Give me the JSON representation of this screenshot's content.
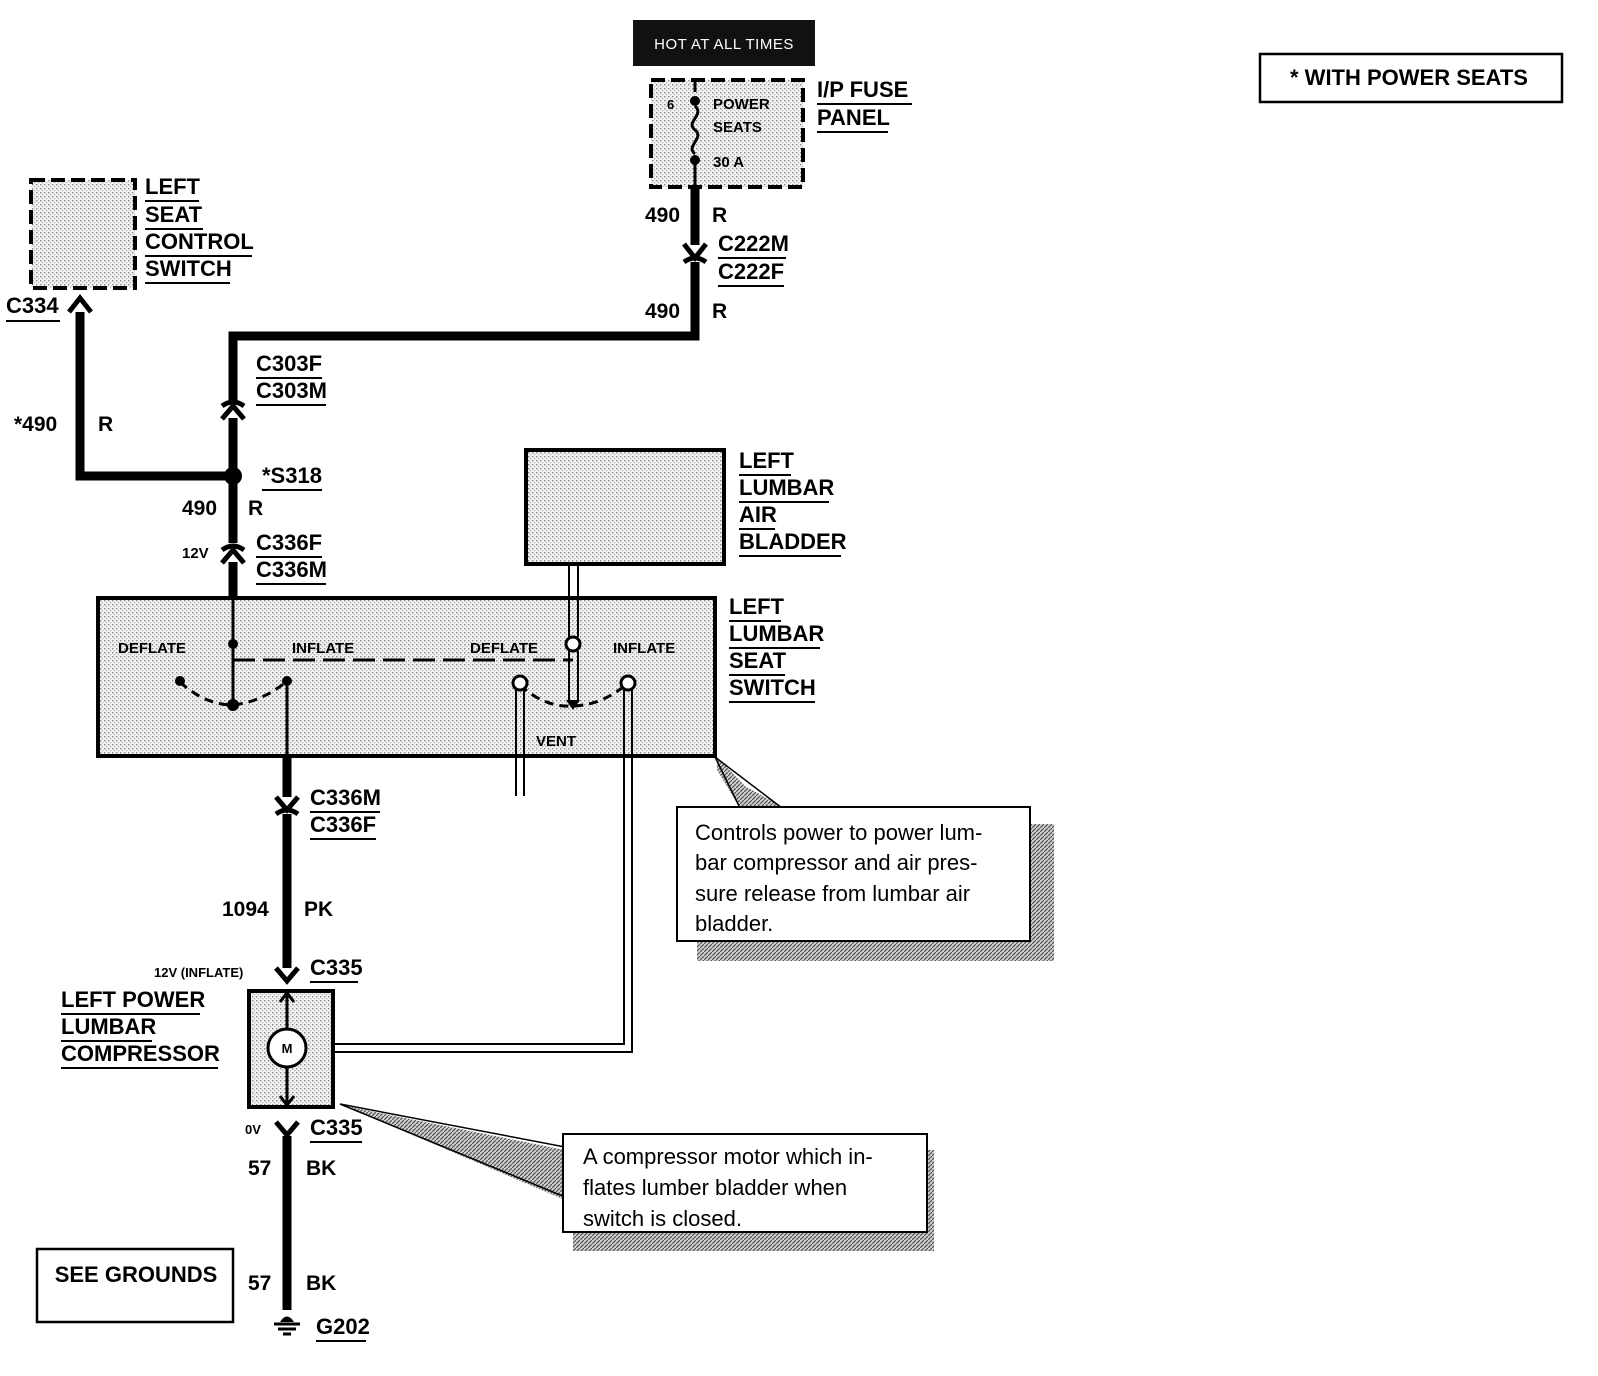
{
  "legend": {
    "power_seats_note": "*  WITH POWER SEATS"
  },
  "power_source": {
    "hot_label": "HOT AT ALL TIMES"
  },
  "fuse_panel": {
    "name_line1": "I/P FUSE",
    "name_line2": "PANEL",
    "fuse_number": "6",
    "fuse_name_line1": "POWER",
    "fuse_name_line2": "SEATS",
    "fuse_rating": "30 A"
  },
  "wires": {
    "w490_top_circuit": "490",
    "w490_top_color": "R",
    "w490_mid_circuit": "490",
    "w490_mid_color": "R",
    "w490_branch_circuit": "*490",
    "w490_branch_color": "R",
    "w490_low_circuit": "490",
    "w490_low_color": "R",
    "w1094_circuit": "1094",
    "w1094_color": "PK",
    "w57_upper_circuit": "57",
    "w57_upper_color": "BK",
    "w57_lower_circuit": "57",
    "w57_lower_color": "BK"
  },
  "connectors": {
    "c222_m": "C222M",
    "c222_f": "C222F",
    "c303_f": "C303F",
    "c303_m": "C303M",
    "c334": "C334",
    "s318": "*S318",
    "c336_f_upper": "C336F",
    "c336_m_upper": "C336M",
    "c336_m_lower": "C336M",
    "c336_f_lower": "C336F",
    "c335_upper": "C335",
    "c335_lower": "C335",
    "g202": "G202"
  },
  "voltages": {
    "v_12v": "12V",
    "v_12v_inflate": "12V (INFLATE)",
    "v_0v": "0V"
  },
  "components": {
    "left_seat_control_switch": [
      "LEFT",
      "SEAT",
      "CONTROL",
      "SWITCH"
    ],
    "left_lumbar_air_bladder": [
      "LEFT",
      "LUMBAR",
      "AIR",
      "BLADDER"
    ],
    "left_lumbar_seat_switch": [
      "LEFT",
      "LUMBAR",
      "SEAT",
      "SWITCH"
    ],
    "left_power_lumbar_compressor": [
      "LEFT POWER",
      "LUMBAR",
      "COMPRESSOR"
    ],
    "motor_symbol": "M"
  },
  "switch_positions": {
    "deflate_left": "DEFLATE",
    "inflate_left": "INFLATE",
    "deflate_right": "DEFLATE",
    "inflate_right": "INFLATE",
    "vent": "VENT"
  },
  "callouts": {
    "switch_note": [
      "Controls power to power lum-",
      "bar compressor and air pres-",
      "sure release from lumbar air",
      "bladder."
    ],
    "compressor_note": [
      "A compressor motor which in-",
      "flates lumber bladder when",
      "switch is closed."
    ]
  },
  "see_grounds": "SEE GROUNDS"
}
